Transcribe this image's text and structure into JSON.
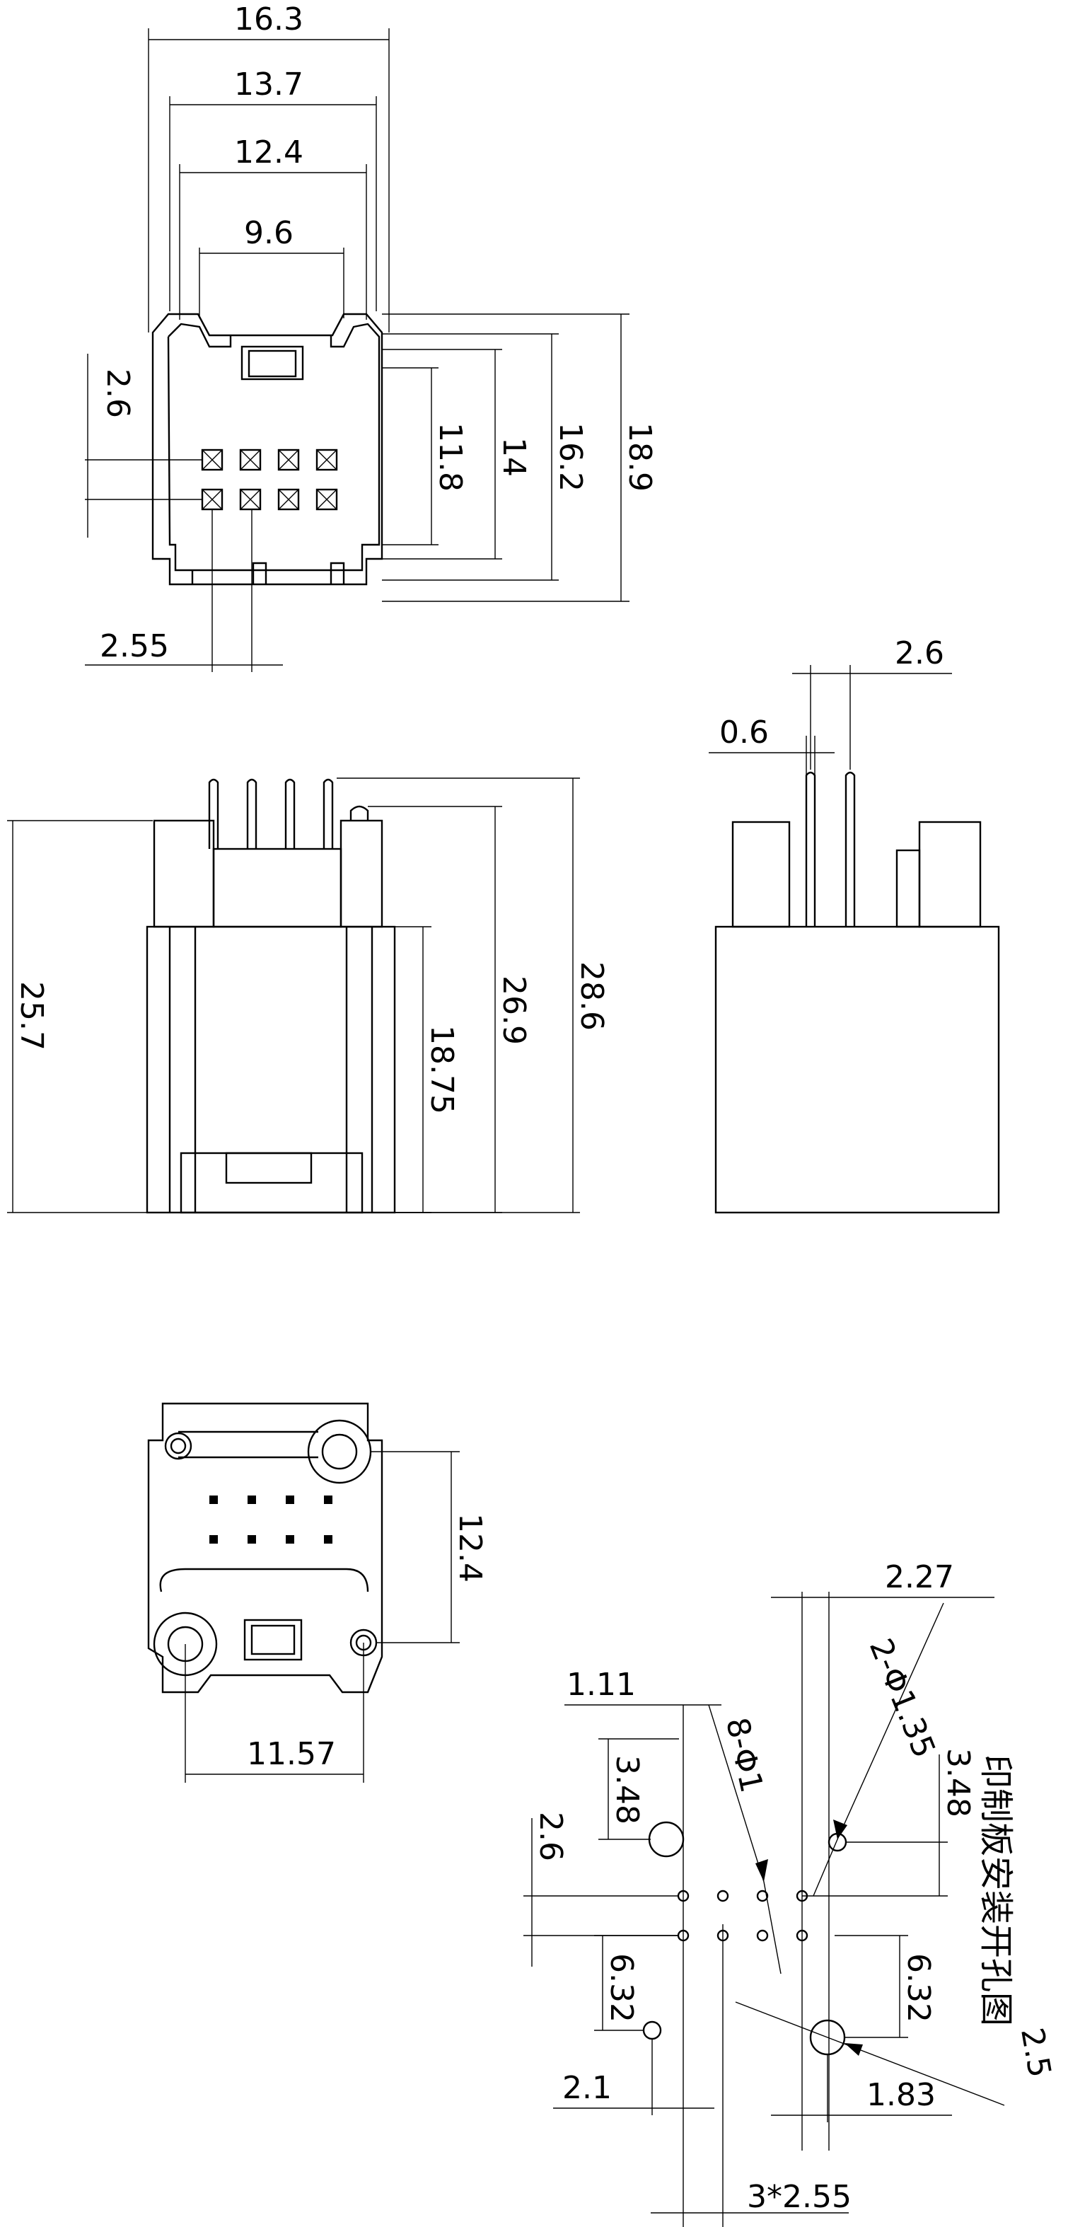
{
  "front_view": {
    "width_outer": "16.3",
    "width_mid": "13.7",
    "width_inner": "12.4",
    "width_slot": "9.6",
    "pin_pitch_v": "2.6",
    "pin_pitch_h": "2.55",
    "height_a": "11.8",
    "height_b": "14",
    "height_c": "16.2",
    "height_d": "18.9"
  },
  "side_view_left": {
    "height_body": "25.7",
    "height_mid": "18.75",
    "height_total_a": "26.9",
    "height_total_b": "28.6"
  },
  "side_view_right": {
    "pin_offset": "2.6",
    "pin_width": "0.6"
  },
  "bottom_view": {
    "peg_spacing_v": "12.4",
    "peg_spacing_h": "11.57"
  },
  "pcb_layout": {
    "title": "印制板安装开孔图",
    "dim_1_11": "1.11",
    "hole_callout": "8-Φ1",
    "dim_3_48_left": "3.48",
    "dim_2_6": "2.6",
    "dim_6_32_left": "6.32",
    "dim_2_1": "2.1",
    "dim_2_27": "2.27",
    "mount_hole_callout": "2-Φ1.35",
    "dim_3_48_right": "3.48",
    "dim_6_32_right": "6.32",
    "dim_2_5": "2.5",
    "dim_1_83": "1.83",
    "pitch_total": "3*2.55"
  }
}
